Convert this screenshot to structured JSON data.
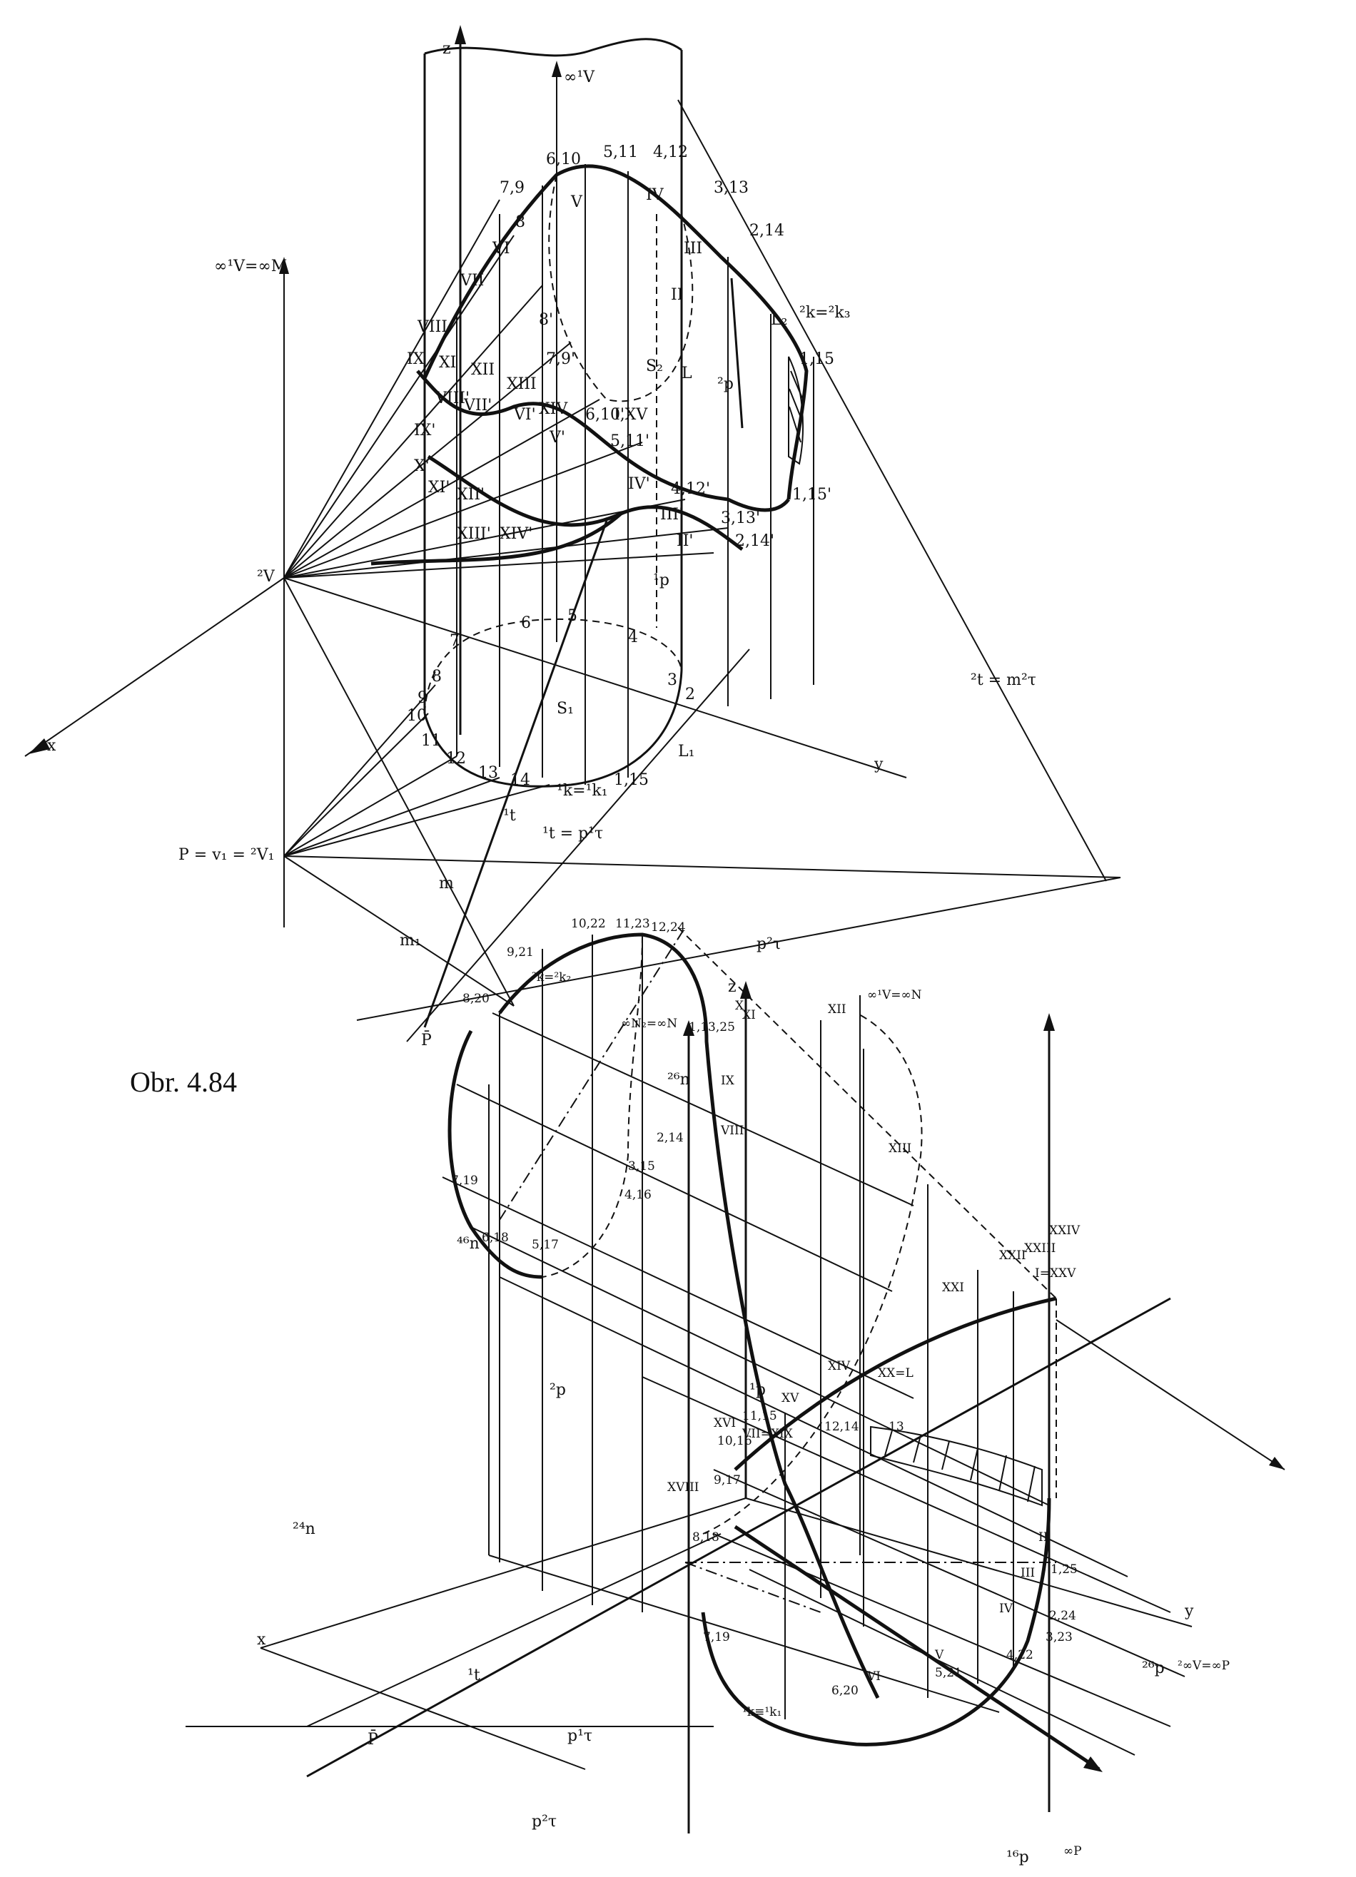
{
  "caption": "Obr. 4.84",
  "top_figure": {
    "axis_labels": {
      "z": "z",
      "x": "x",
      "y": "y"
    },
    "direction_labels": {
      "v_inf": "∞¹V",
      "v_inf_m": "∞¹V=∞M",
      "v2": "²V",
      "p_eq": "P = v₁ = ²V₁",
      "t2": "²t = m²τ",
      "t1": "¹t = p¹τ",
      "t_small": "¹t",
      "m": "m",
      "m1": "m₁",
      "p_tau": "p²τ",
      "p_bar": "P̄",
      "k_top": "²k=²k₃",
      "k_bottom": "¹k=¹k₁",
      "p2": "²p",
      "p1": "¹p",
      "s2": "S₂",
      "s1": "S₁",
      "l2": "L₂",
      "l": "L",
      "l1": "L₁"
    },
    "upper_curve_points": [
      "6,10",
      "5,11",
      "4,12",
      "7,9",
      "3,13",
      "8",
      "2,14",
      "1,15"
    ],
    "roman_points": [
      "V",
      "IV",
      "III",
      "VI",
      "VII",
      "II",
      "VIII",
      "IX",
      "XI",
      "XII",
      "XIII",
      "XIV",
      "I,XV"
    ],
    "primed_points": [
      "8'",
      "7,9'",
      "6,10'",
      "5,11'",
      "4,12'",
      "3,13'",
      "2,14'",
      "1,15'",
      "VIII'",
      "VII'",
      "VI'",
      "V'",
      "IV'",
      "III'",
      "II'",
      "IX'",
      "X'",
      "XI'",
      "XII'",
      "XIII'",
      "XIV'"
    ],
    "base_points": [
      "7",
      "6",
      "5",
      "4",
      "3",
      "2",
      "8",
      "9",
      "10",
      "11",
      "12",
      "13",
      "14",
      "1,15"
    ]
  },
  "bottom_figure": {
    "axis_labels": {
      "z": "z",
      "x": "x",
      "y": "y"
    },
    "direction_labels": {
      "n_inf": "∞N₂=∞N",
      "v_inf_n": "∞¹V=∞N",
      "n_top": "²⁶n",
      "n_left": "⁴⁶n",
      "n_lower": "²⁴n",
      "v_p": "²∞V=∞P",
      "p_inf": "∞P",
      "p_right": "²⁶p",
      "p_bottom": "¹⁶p",
      "p_tau1": "p¹τ",
      "p_tau2": "p²τ",
      "p_bar": "P̄",
      "t": "¹t",
      "k_top": "²k=²k₂",
      "k_bottom": "¹k≡¹k₁",
      "p2": "²p",
      "p1": "¹p"
    },
    "curve_points": [
      "10,22",
      "11,23",
      "12,24",
      "9,21",
      "8,20",
      "1,13,25",
      "7,19",
      "2,14",
      "3,15",
      "4,16",
      "6,18",
      "5,17",
      "11,15",
      "12,14",
      "13",
      "10,16",
      "9,17",
      "8,18",
      "7,19",
      "6,20",
      "5,21",
      "4,22",
      "3,23",
      "2,24",
      "1,25"
    ],
    "roman_points": [
      "X",
      "XI",
      "XII",
      "IX",
      "VIII",
      "XIII",
      "XXIV",
      "XXIII",
      "XXII",
      "XXI",
      "I=XXV",
      "XIV",
      "XX=L",
      "XV",
      "XVI",
      "VII=XIX",
      "XVIII",
      "II",
      "III",
      "IV",
      "V",
      "VI"
    ]
  }
}
